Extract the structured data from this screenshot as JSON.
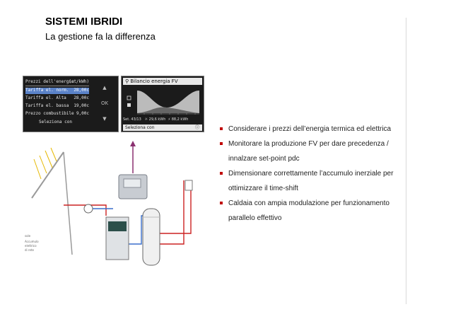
{
  "slide": {
    "title": "SISTEMI IBRIDI",
    "subtitle": "La gestione fa la differenza",
    "bullets": [
      "Considerare i prezzi dell’energia termica ed elettrica",
      "Monitorare la produzione FV per dare precedenza / innalzare set-point pdc",
      "Dimensionare correttamente l’accumulo inerziale per ottimizzare il time-shift",
      "Caldaia con ampia modulazione per funzionamento parallelo effettivo"
    ],
    "bullet_color": "#c00000"
  },
  "screen1": {
    "header": "Prezzi dell'energia",
    "header_unit": "(ct/kWh)",
    "rows": [
      {
        "label": "Tariffa el. norm.",
        "value": "28,00c"
      },
      {
        "label": "Tariffa el. Alta",
        "value": "28,00c"
      },
      {
        "label": "Tariffa el. bassa",
        "value": "19,00c"
      },
      {
        "label": "Prezzo combustibile",
        "value": "9,00c"
      }
    ],
    "footer": "Seleziona con",
    "side": {
      "up": "▲",
      "ok": "OK",
      "down": "▼"
    }
  },
  "screen2": {
    "title": "Bilancio energia FV",
    "week": "Set. 43/13",
    "produced": "29,6 kWh",
    "consumed": "88,2 kWh",
    "select": "Seleziona con"
  },
  "legend": {
    "line1": "sole",
    "line2": "Accumulo",
    "line3": "elettrico",
    "line4": "di rete"
  }
}
